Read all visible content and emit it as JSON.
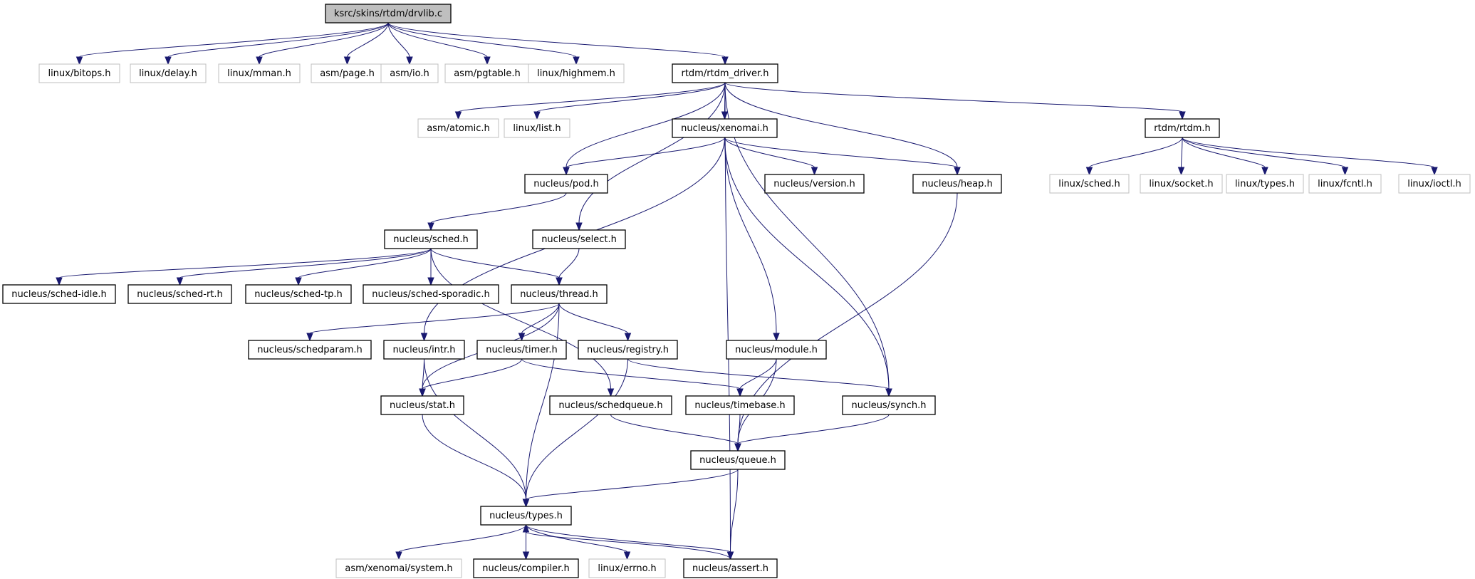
{
  "nodes": [
    {
      "id": "drvlib",
      "label": "ksrc/skins/rtdm/drvlib.c",
      "kind": "root"
    },
    {
      "id": "bitops",
      "label": "linux/bitops.h",
      "kind": "external"
    },
    {
      "id": "delay",
      "label": "linux/delay.h",
      "kind": "external"
    },
    {
      "id": "mman",
      "label": "linux/mman.h",
      "kind": "external"
    },
    {
      "id": "page",
      "label": "asm/page.h",
      "kind": "external"
    },
    {
      "id": "io",
      "label": "asm/io.h",
      "kind": "external"
    },
    {
      "id": "pgtable",
      "label": "asm/pgtable.h",
      "kind": "external"
    },
    {
      "id": "highmem",
      "label": "linux/highmem.h",
      "kind": "external"
    },
    {
      "id": "rtdm_driver",
      "label": "rtdm/rtdm_driver.h",
      "kind": "internal"
    },
    {
      "id": "atomic",
      "label": "asm/atomic.h",
      "kind": "external"
    },
    {
      "id": "list",
      "label": "linux/list.h",
      "kind": "external"
    },
    {
      "id": "xenomai",
      "label": "nucleus/xenomai.h",
      "kind": "internal"
    },
    {
      "id": "rtdm",
      "label": "rtdm/rtdm.h",
      "kind": "internal"
    },
    {
      "id": "pod",
      "label": "nucleus/pod.h",
      "kind": "internal"
    },
    {
      "id": "version",
      "label": "nucleus/version.h",
      "kind": "internal"
    },
    {
      "id": "heap",
      "label": "nucleus/heap.h",
      "kind": "internal"
    },
    {
      "id": "lsched",
      "label": "linux/sched.h",
      "kind": "external"
    },
    {
      "id": "lsocket",
      "label": "linux/socket.h",
      "kind": "external"
    },
    {
      "id": "ltypes",
      "label": "linux/types.h",
      "kind": "external"
    },
    {
      "id": "lfcntl",
      "label": "linux/fcntl.h",
      "kind": "external"
    },
    {
      "id": "lioctl",
      "label": "linux/ioctl.h",
      "kind": "external"
    },
    {
      "id": "sched",
      "label": "nucleus/sched.h",
      "kind": "internal"
    },
    {
      "id": "select",
      "label": "nucleus/select.h",
      "kind": "internal"
    },
    {
      "id": "sched_idle",
      "label": "nucleus/sched-idle.h",
      "kind": "internal"
    },
    {
      "id": "sched_rt",
      "label": "nucleus/sched-rt.h",
      "kind": "internal"
    },
    {
      "id": "sched_tp",
      "label": "nucleus/sched-tp.h",
      "kind": "internal"
    },
    {
      "id": "sched_sporadic",
      "label": "nucleus/sched-sporadic.h",
      "kind": "internal"
    },
    {
      "id": "thread",
      "label": "nucleus/thread.h",
      "kind": "internal"
    },
    {
      "id": "schedparam",
      "label": "nucleus/schedparam.h",
      "kind": "internal"
    },
    {
      "id": "intr",
      "label": "nucleus/intr.h",
      "kind": "internal"
    },
    {
      "id": "timer",
      "label": "nucleus/timer.h",
      "kind": "internal"
    },
    {
      "id": "registry",
      "label": "nucleus/registry.h",
      "kind": "internal"
    },
    {
      "id": "module",
      "label": "nucleus/module.h",
      "kind": "internal"
    },
    {
      "id": "stat",
      "label": "nucleus/stat.h",
      "kind": "internal"
    },
    {
      "id": "schedqueue",
      "label": "nucleus/schedqueue.h",
      "kind": "internal"
    },
    {
      "id": "timebase",
      "label": "nucleus/timebase.h",
      "kind": "internal"
    },
    {
      "id": "synch",
      "label": "nucleus/synch.h",
      "kind": "internal"
    },
    {
      "id": "queue",
      "label": "nucleus/queue.h",
      "kind": "internal"
    },
    {
      "id": "types",
      "label": "nucleus/types.h",
      "kind": "internal"
    },
    {
      "id": "system",
      "label": "asm/xenomai/system.h",
      "kind": "external"
    },
    {
      "id": "compiler",
      "label": "nucleus/compiler.h",
      "kind": "internal"
    },
    {
      "id": "errno",
      "label": "linux/errno.h",
      "kind": "external"
    },
    {
      "id": "assert",
      "label": "nucleus/assert.h",
      "kind": "internal"
    }
  ],
  "edges": [
    {
      "from": "drvlib",
      "to": "bitops"
    },
    {
      "from": "drvlib",
      "to": "delay"
    },
    {
      "from": "drvlib",
      "to": "mman"
    },
    {
      "from": "drvlib",
      "to": "page"
    },
    {
      "from": "drvlib",
      "to": "io"
    },
    {
      "from": "drvlib",
      "to": "pgtable"
    },
    {
      "from": "drvlib",
      "to": "highmem"
    },
    {
      "from": "drvlib",
      "to": "rtdm_driver"
    },
    {
      "from": "rtdm_driver",
      "to": "atomic"
    },
    {
      "from": "rtdm_driver",
      "to": "list"
    },
    {
      "from": "rtdm_driver",
      "to": "xenomai"
    },
    {
      "from": "rtdm_driver",
      "to": "rtdm"
    },
    {
      "from": "rtdm_driver",
      "to": "pod"
    },
    {
      "from": "rtdm_driver",
      "to": "heap"
    },
    {
      "from": "rtdm_driver",
      "to": "select"
    },
    {
      "from": "rtdm_driver",
      "to": "synch"
    },
    {
      "from": "rtdm_driver",
      "to": "assert"
    },
    {
      "from": "rtdm",
      "to": "lsched"
    },
    {
      "from": "rtdm",
      "to": "lsocket"
    },
    {
      "from": "rtdm",
      "to": "ltypes"
    },
    {
      "from": "rtdm",
      "to": "lfcntl"
    },
    {
      "from": "rtdm",
      "to": "lioctl"
    },
    {
      "from": "xenomai",
      "to": "pod"
    },
    {
      "from": "xenomai",
      "to": "version"
    },
    {
      "from": "xenomai",
      "to": "heap"
    },
    {
      "from": "xenomai",
      "to": "intr"
    },
    {
      "from": "xenomai",
      "to": "module"
    },
    {
      "from": "xenomai",
      "to": "synch"
    },
    {
      "from": "pod",
      "to": "sched"
    },
    {
      "from": "sched",
      "to": "sched_idle"
    },
    {
      "from": "sched",
      "to": "sched_rt"
    },
    {
      "from": "sched",
      "to": "sched_tp"
    },
    {
      "from": "sched",
      "to": "sched_sporadic"
    },
    {
      "from": "sched",
      "to": "thread"
    },
    {
      "from": "sched",
      "to": "schedqueue"
    },
    {
      "from": "select",
      "to": "thread"
    },
    {
      "from": "thread",
      "to": "schedparam"
    },
    {
      "from": "thread",
      "to": "timer"
    },
    {
      "from": "thread",
      "to": "registry"
    },
    {
      "from": "thread",
      "to": "stat"
    },
    {
      "from": "thread",
      "to": "types"
    },
    {
      "from": "intr",
      "to": "stat"
    },
    {
      "from": "intr",
      "to": "types"
    },
    {
      "from": "timer",
      "to": "stat"
    },
    {
      "from": "timer",
      "to": "timebase"
    },
    {
      "from": "registry",
      "to": "synch"
    },
    {
      "from": "registry",
      "to": "types"
    },
    {
      "from": "module",
      "to": "timebase"
    },
    {
      "from": "module",
      "to": "queue"
    },
    {
      "from": "heap",
      "to": "queue"
    },
    {
      "from": "stat",
      "to": "types"
    },
    {
      "from": "schedqueue",
      "to": "queue"
    },
    {
      "from": "timebase",
      "to": "queue"
    },
    {
      "from": "synch",
      "to": "queue"
    },
    {
      "from": "queue",
      "to": "types"
    },
    {
      "from": "queue",
      "to": "assert"
    },
    {
      "from": "types",
      "to": "system"
    },
    {
      "from": "types",
      "to": "compiler"
    },
    {
      "from": "types",
      "to": "errno"
    },
    {
      "from": "types",
      "to": "assert"
    },
    {
      "from": "assert",
      "to": "types"
    }
  ]
}
